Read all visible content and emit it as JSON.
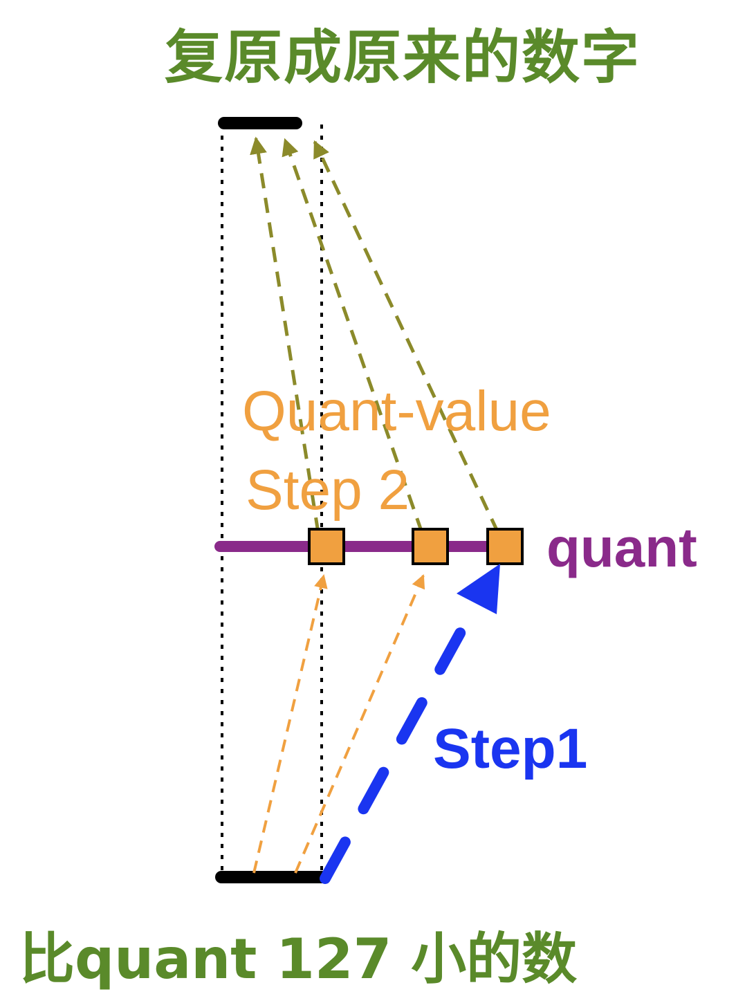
{
  "title_top": "复原成原来的数字",
  "title_bottom": "比quant 127 小的数",
  "labels": {
    "quant_value": "Quant-value",
    "step2": "Step 2",
    "quant": "quant",
    "step1": "Step1"
  },
  "colors": {
    "green_text": "#5a8a2a",
    "olive_arrow": "#8b8a2a",
    "orange": "#f0a040",
    "purple": "#8a2a8a",
    "blue": "#1a35f0",
    "black": "#000000"
  }
}
